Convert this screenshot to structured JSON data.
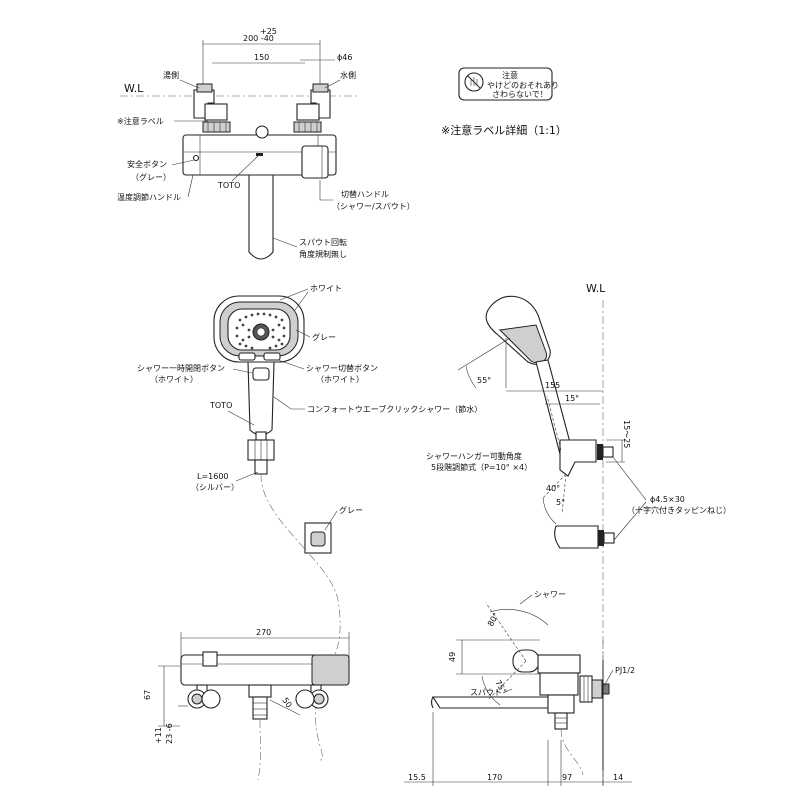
{
  "top_view": {
    "dim_tolerance_plus": "+25",
    "dim_tolerance": "200 -40",
    "dim_150": "150",
    "dim_pipe": "ϕ46",
    "wl": "W.L",
    "hot_side": "湯側",
    "cold_side": "水側",
    "caution_label": "※注意ラベル",
    "safety_button": "安全ボタン",
    "safety_button_color": "（グレー）",
    "temp_handle": "温度調節ハンドル",
    "toto": "TOTO",
    "switch_handle": "切替ハンドル",
    "switch_handle_mode": "（シャワー/スパウト）",
    "spout_rotation_1": "スパウト回転",
    "spout_rotation_2": "角度規制無し"
  },
  "caution_detail": {
    "title": "※注意ラベル詳細（1:1）",
    "line1": "注意",
    "line2": "やけどのおそれあり",
    "line3": "さわらないで！"
  },
  "shower_head": {
    "white": "ホワイト",
    "grey": "グレー",
    "pause_button": "シャワー一時開閉ボタン",
    "pause_button_color": "（ホワイト）",
    "switch_button": "シャワー切替ボタン",
    "switch_button_color": "（ホワイト）",
    "toto": "TOTO",
    "product_name": "コンフォートウエーブクリックシャワー（節水）",
    "hose_length": "L=1600",
    "hose_color": "（シルバー）",
    "hanger_color": "グレー"
  },
  "side_view": {
    "wl": "W.L",
    "angle_55": "55°",
    "dim_155": "155",
    "angle_15": "15°",
    "dim_15_25": "15～25",
    "hanger_angle": "シャワーハンガー可動角度",
    "hanger_steps": "5段階調節式（P=10° ×4）",
    "angle_40": "40°",
    "angle_5": "5°",
    "screw": "ϕ4.5×30",
    "screw_type": "（十字穴付きタッピンねじ）"
  },
  "bottom_left": {
    "dim_270": "270",
    "dim_67": "67",
    "dim_11": "+11",
    "dim_23": "23 -6",
    "dim_50": "50"
  },
  "bottom_right": {
    "shower": "シャワー",
    "angle_80": "80°",
    "angle_75": "75°",
    "dim_49": "49",
    "spout": "スパウト",
    "pj": "PJ1/2",
    "dim_15_5": "15.5",
    "dim_170": "170",
    "dim_97": "97",
    "dim_14": "14"
  }
}
